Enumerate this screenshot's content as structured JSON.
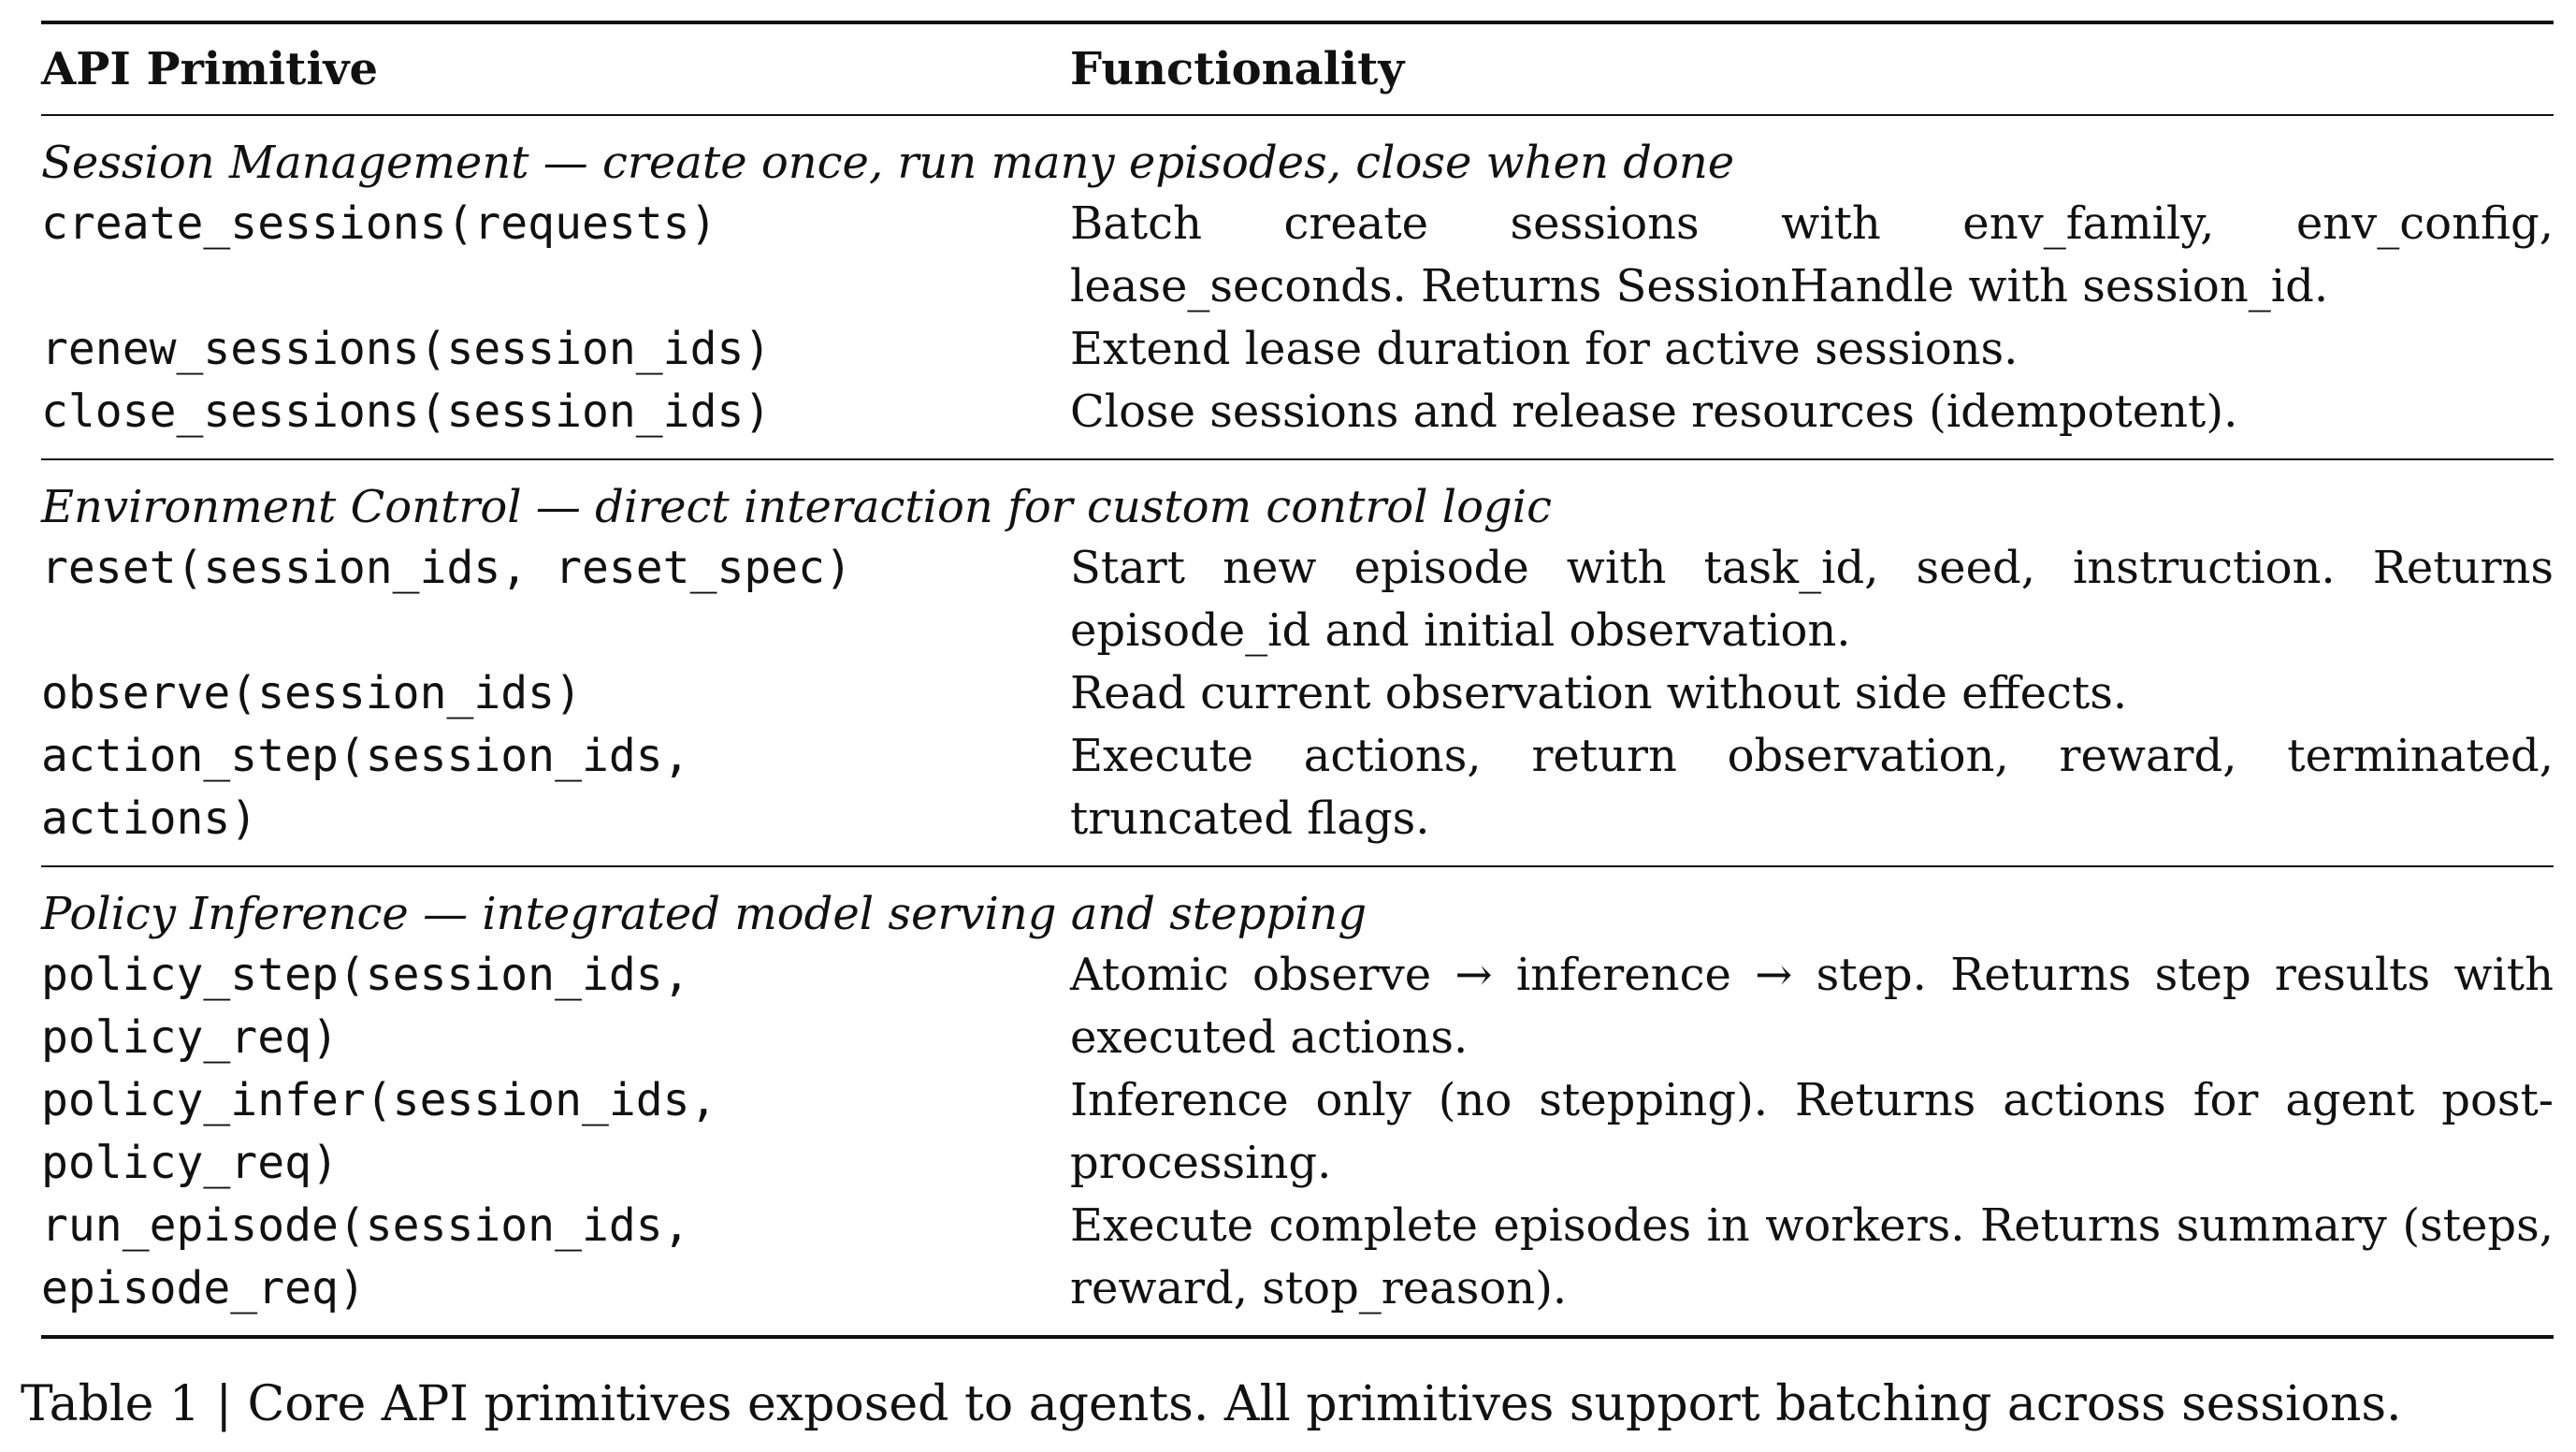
{
  "header": {
    "col1": "API Primitive",
    "col2": "Functionality"
  },
  "groups": [
    {
      "title": "Session Management — create once, run many episodes, close when done",
      "rows": [
        {
          "primitive": "create_sessions(requests)",
          "functionality": "Batch create sessions with env_family, env_config, lease_seconds. Returns SessionHandle with session_id."
        },
        {
          "primitive": "renew_sessions(session_ids)",
          "functionality": "Extend lease duration for active sessions."
        },
        {
          "primitive": "close_sessions(session_ids)",
          "functionality": "Close sessions and release resources (idempotent)."
        }
      ]
    },
    {
      "title": "Environment Control — direct interaction for custom control logic",
      "rows": [
        {
          "primitive": "reset(session_ids, reset_spec)",
          "functionality": "Start new episode with task_id, seed, instruction. Returns episode_id and initial observation."
        },
        {
          "primitive": "observe(session_ids)",
          "functionality": "Read current observation without side effects."
        },
        {
          "primitive": "action_step(session_ids,\nactions)",
          "functionality": "Execute actions, return observation, reward, terminated, truncated flags."
        }
      ]
    },
    {
      "title": "Policy Inference — integrated model serving and stepping",
      "rows": [
        {
          "primitive": "policy_step(session_ids,\npolicy_req)",
          "functionality": "Atomic observe → inference → step. Returns step results with executed actions."
        },
        {
          "primitive": "policy_infer(session_ids,\npolicy_req)",
          "functionality": "Inference only (no stepping). Returns actions for agent post-processing."
        },
        {
          "primitive": "run_episode(session_ids,\nepisode_req)",
          "functionality": "Execute complete episodes in workers. Returns summary (steps, reward, stop_reason)."
        }
      ]
    }
  ],
  "caption": "Table 1 | Core API primitives exposed to agents. All primitives support batching across sessions."
}
